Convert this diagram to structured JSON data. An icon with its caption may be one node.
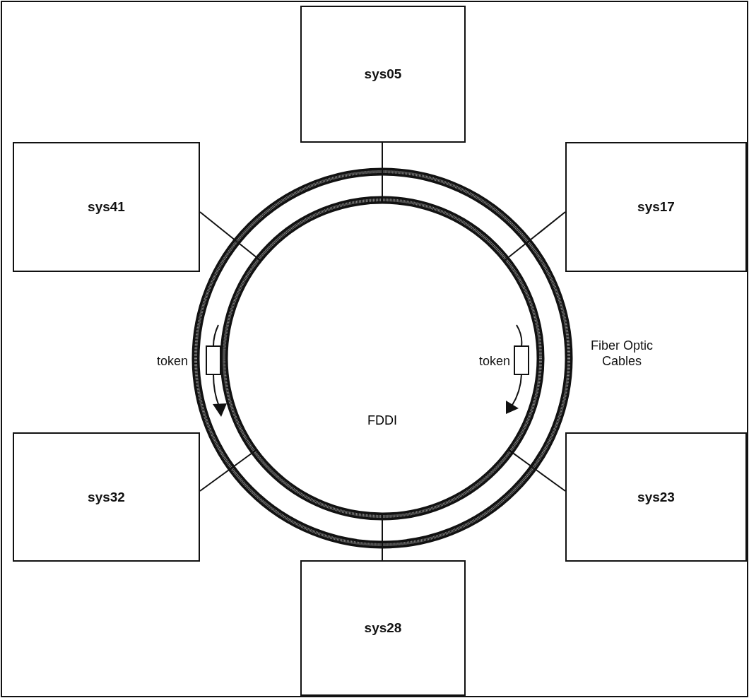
{
  "diagram": {
    "nodes": [
      {
        "text": [
          "sys05"
        ]
      },
      {
        "text": [
          "sys41"
        ]
      },
      {
        "text": [
          "sys17"
        ]
      },
      {
        "text": [
          "sys32"
        ]
      },
      {
        "text": [
          "sys23"
        ]
      },
      {
        "text": [
          "sys28"
        ]
      },
      {
        "text": [
          "FDDI"
        ]
      }
    ],
    "edges": [
      {
        "from": 0,
        "to": 6,
        "arrow": "none"
      },
      {
        "from": 1,
        "to": 6,
        "arrow": "none"
      },
      {
        "from": 2,
        "to": 6,
        "arrow": "none"
      },
      {
        "from": 3,
        "to": 6,
        "arrow": "none"
      },
      {
        "from": 4,
        "to": 6,
        "arrow": "none"
      },
      {
        "from": 5,
        "to": 6,
        "arrow": "none"
      }
    ],
    "labels": [
      "token",
      "token",
      "Fiber Optic Cables"
    ]
  }
}
